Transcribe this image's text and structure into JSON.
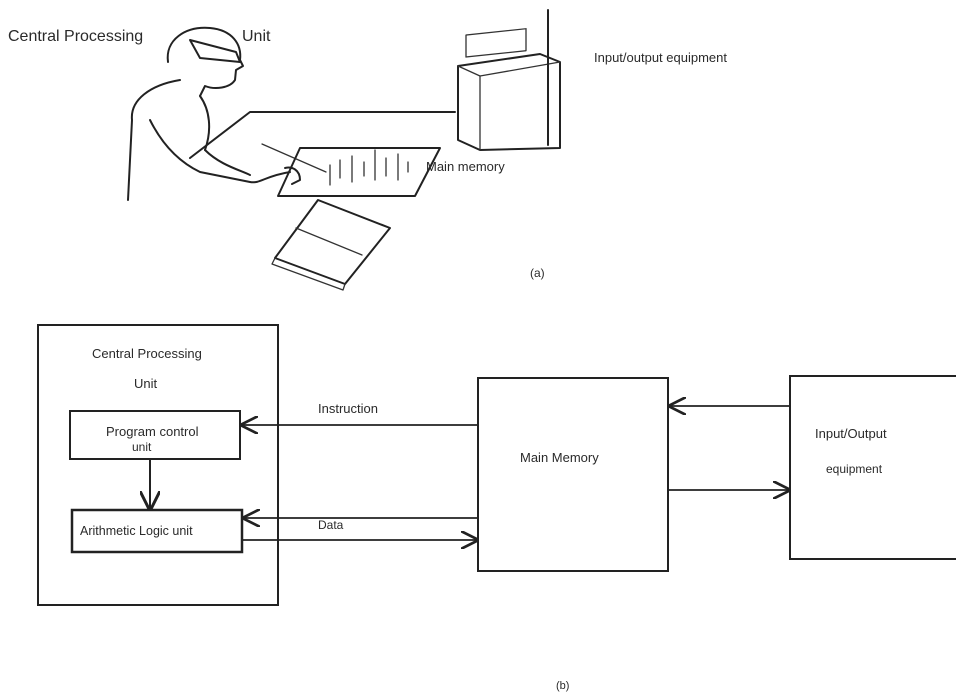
{
  "panel_a": {
    "cpu_label_part1": "Central Processing",
    "cpu_label_part2": "Unit",
    "io_label": "Input/output equipment",
    "memory_label": "Main memory",
    "caption": "(a)"
  },
  "panel_b": {
    "cpu_title_line1": "Central Processing",
    "cpu_title_line2": "Unit",
    "program_control_line1": "Program control",
    "program_control_line2": "unit",
    "alu_label": "Arithmetic Logic unit",
    "instruction_label": "Instruction",
    "data_label": "Data",
    "main_memory_label": "Main Memory",
    "io_line1": "Input/Output",
    "io_line2": "equipment",
    "caption": "(b)"
  }
}
